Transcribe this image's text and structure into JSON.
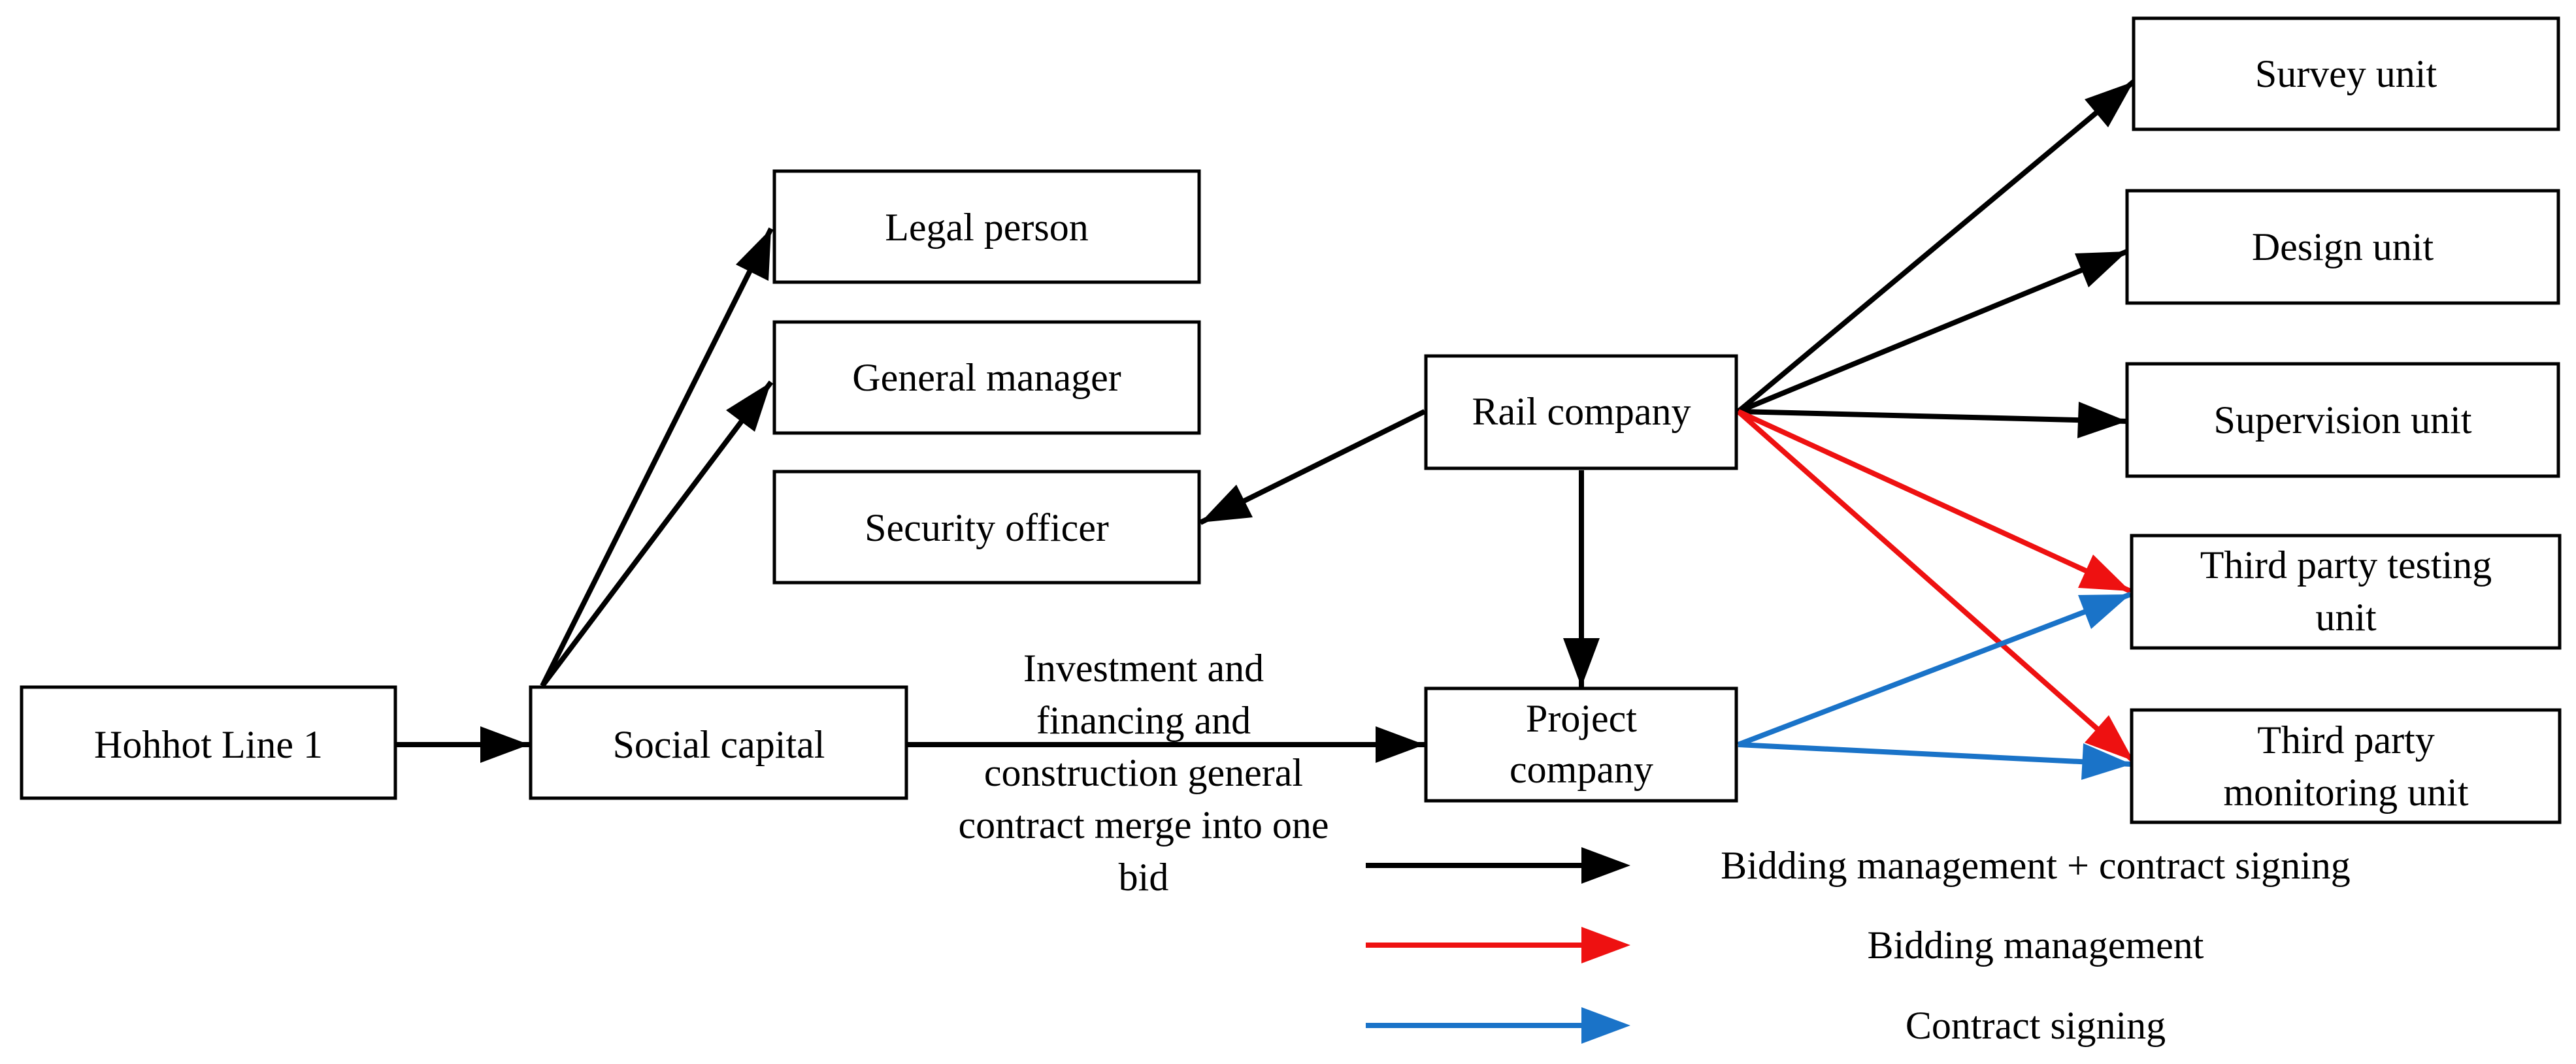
{
  "colors": {
    "black": "#000000",
    "red": "#ee1111",
    "blue": "#1a73c8"
  },
  "nodes": {
    "hohhot": {
      "label": "Hohhot Line 1"
    },
    "social": {
      "label": "Social capital"
    },
    "legal": {
      "label": "Legal person"
    },
    "general": {
      "label": "General manager"
    },
    "security": {
      "label": "Security officer"
    },
    "rail": {
      "label": "Rail company"
    },
    "project": {
      "label_lines": [
        "Project",
        "company"
      ]
    },
    "survey": {
      "label": "Survey unit"
    },
    "design": {
      "label": "Design unit"
    },
    "supervision": {
      "label": "Supervision unit"
    },
    "testing": {
      "label_lines": [
        "Third party testing",
        "unit"
      ]
    },
    "monitoring": {
      "label_lines": [
        "Third party",
        "monitoring unit"
      ]
    }
  },
  "edge_note": {
    "lines": [
      "Investment and",
      "financing and",
      "construction general",
      "contract merge into one",
      "bid"
    ]
  },
  "legend": [
    {
      "label": "Bidding management + contract signing",
      "color": "black"
    },
    {
      "label": "Bidding management",
      "color": "red"
    },
    {
      "label": "Contract signing",
      "color": "blue"
    }
  ]
}
